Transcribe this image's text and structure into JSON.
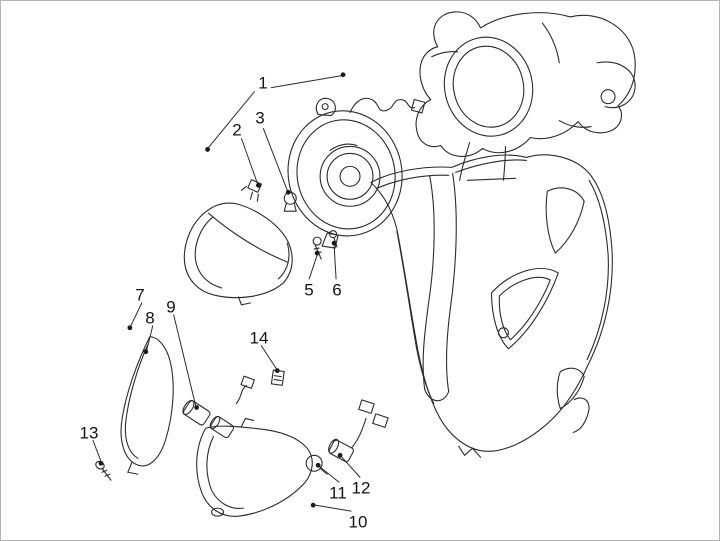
{
  "figure": {
    "type": "exploded-parts-diagram",
    "subject": "scooter front headlamp and turn-signal assembly",
    "line_color": "#2b2b2b",
    "background": "#ffffff"
  },
  "callouts": [
    {
      "num": "1"
    },
    {
      "num": "2"
    },
    {
      "num": "3"
    },
    {
      "num": "5"
    },
    {
      "num": "6"
    },
    {
      "num": "7"
    },
    {
      "num": "8"
    },
    {
      "num": "9"
    },
    {
      "num": "10"
    },
    {
      "num": "11"
    },
    {
      "num": "12"
    },
    {
      "num": "13"
    },
    {
      "num": "14"
    }
  ]
}
